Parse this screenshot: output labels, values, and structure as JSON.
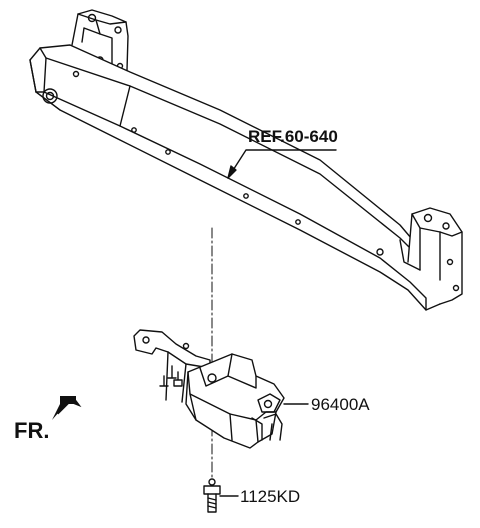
{
  "diagram": {
    "labels": {
      "ref": "REF.60-640",
      "sensor": "96400A",
      "bolt": "1125KD",
      "front": "FR."
    },
    "icons": {
      "front_arrow": "arrow-down-left-icon"
    }
  }
}
